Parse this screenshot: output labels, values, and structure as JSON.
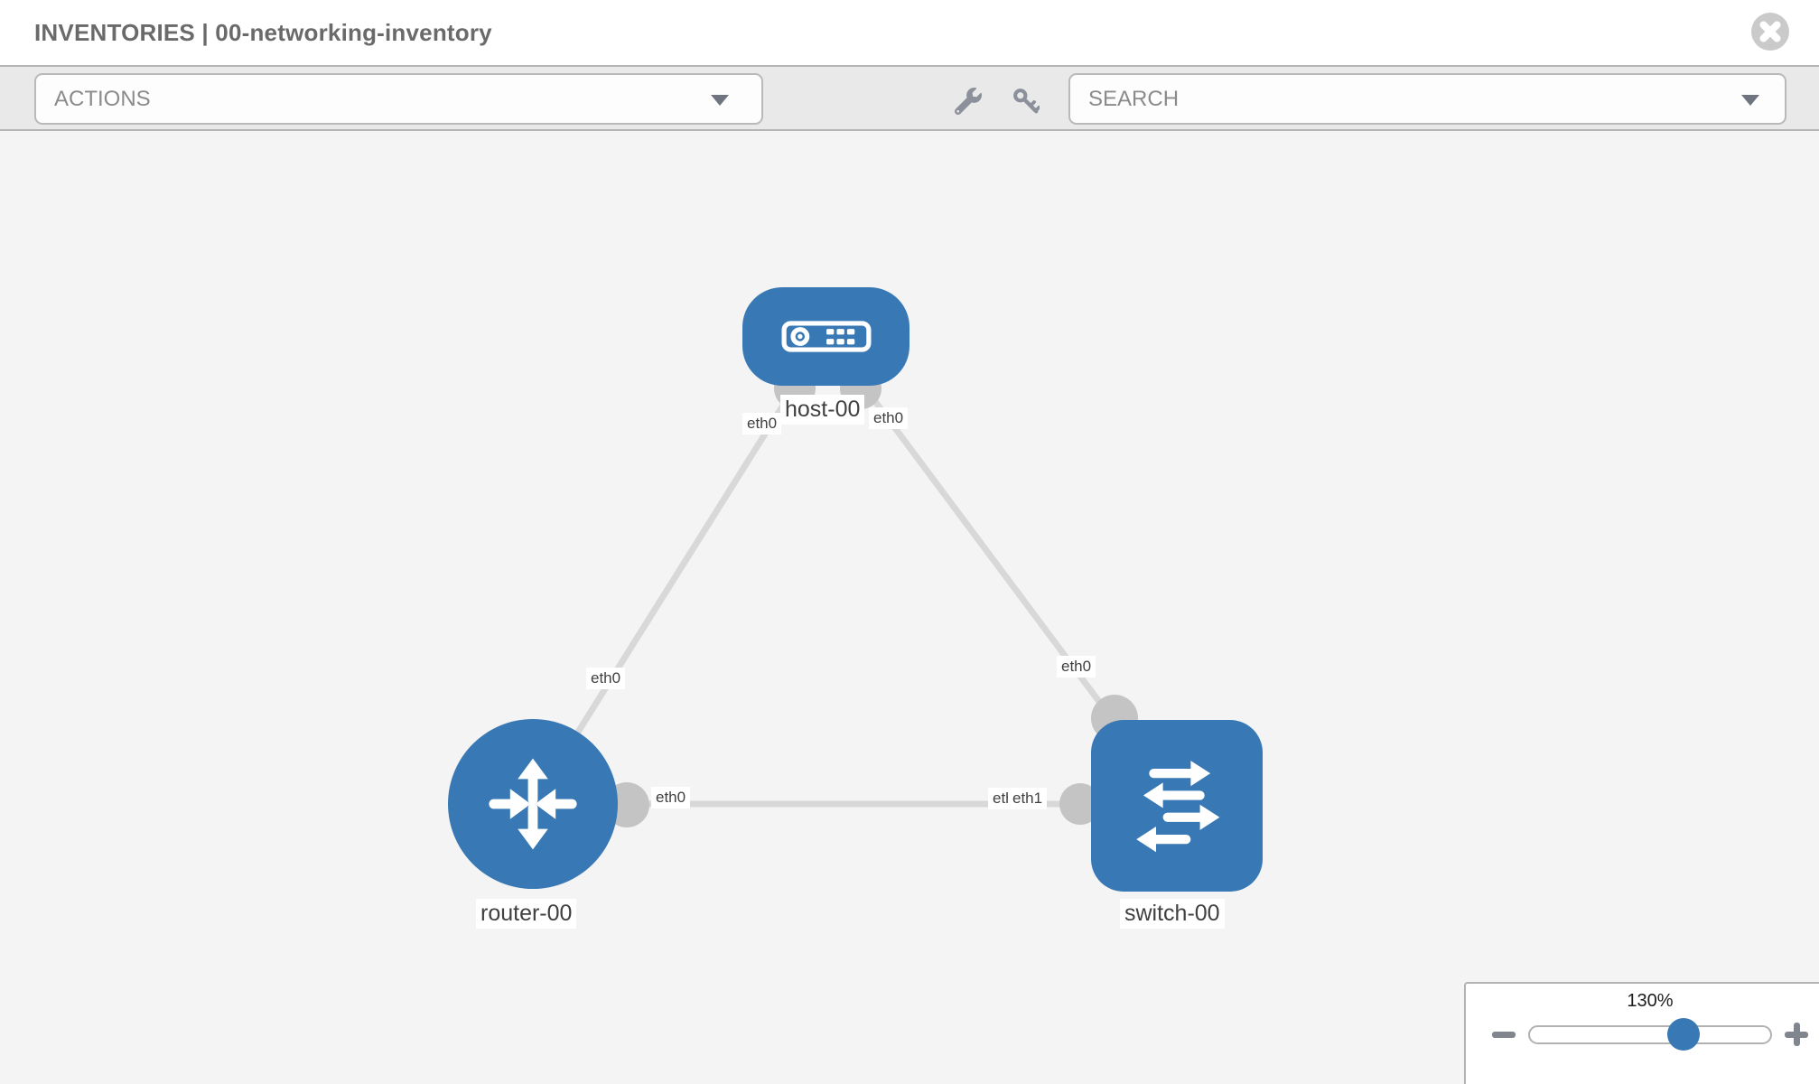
{
  "header": {
    "title": "INVENTORIES | 00-networking-inventory",
    "close_icon": "x-circle"
  },
  "toolbar": {
    "actions": {
      "label": "ACTIONS"
    },
    "tools": [
      {
        "icon": "wrench"
      },
      {
        "icon": "key"
      }
    ],
    "search": {
      "placeholder": "SEARCH"
    }
  },
  "canvas": {
    "nodes": [
      {
        "id": "host-00",
        "label": "host-00",
        "type": "host",
        "icon": "server-icon"
      },
      {
        "id": "router-00",
        "label": "router-00",
        "type": "router",
        "icon": "router-arrows-icon"
      },
      {
        "id": "switch-00",
        "label": "switch-00",
        "type": "switch",
        "icon": "switch-arrows-icon"
      }
    ],
    "links": [
      {
        "from": "host-00",
        "to": "router-00",
        "from_interface": "eth0",
        "to_interface": "eth0"
      },
      {
        "from": "host-00",
        "to": "switch-00",
        "from_interface": "eth0",
        "to_interface": "eth0"
      },
      {
        "from": "router-00",
        "to": "switch-00",
        "from_interface": "eth0",
        "to_interface": "eth1"
      }
    ],
    "interface_labels": {
      "host_router_host": "eth0",
      "host_router_router": "eth0",
      "host_switch_host": "eth0",
      "host_switch_switch": "eth0",
      "router_switch_router": "eth0",
      "router_switch_switch_under": "eth0",
      "router_switch_switch_over": "eth1"
    }
  },
  "zoom_control": {
    "level": "130%",
    "minus_icon": "minus",
    "plus_icon": "plus"
  },
  "colors": {
    "node_blue": "#3879b5",
    "link_gray": "#d8d8d8",
    "interface_dot_gray": "#c4c4c4",
    "toolbar_bg": "#e9e9e9",
    "canvas_bg": "#f4f4f4",
    "border_gray": "#b5b5b5",
    "icon_gray": "#8b909a",
    "title_gray": "#6a6a6a"
  }
}
